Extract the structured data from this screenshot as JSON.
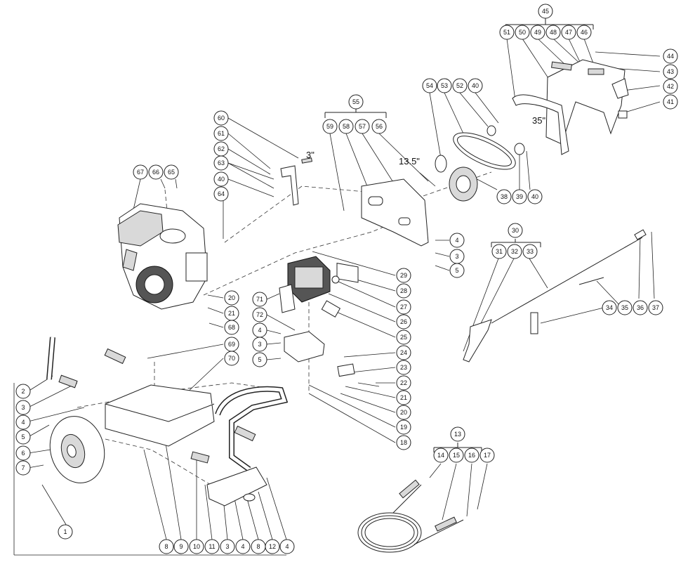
{
  "dimensions": {
    "d3": "3\"",
    "d13": "13.5\"",
    "d35": "35\""
  },
  "callouts": {
    "c1": "1",
    "c2": "2",
    "c3": "3",
    "c4": "4",
    "c5": "5",
    "c6": "6",
    "c7": "7",
    "c8": "8",
    "c9": "9",
    "c10": "10",
    "c11": "11",
    "c12": "12",
    "c13": "13",
    "c14": "14",
    "c15": "15",
    "c16": "16",
    "c17": "17",
    "c18": "18",
    "c19": "19",
    "c20": "20",
    "c21": "21",
    "c22": "22",
    "c23": "23",
    "c24": "24",
    "c25": "25",
    "c26": "26",
    "c27": "27",
    "c28": "28",
    "c29": "29",
    "c30": "30",
    "c31": "31",
    "c32": "32",
    "c33": "33",
    "c34": "34",
    "c35": "35",
    "c36": "36",
    "c37": "37",
    "c38": "38",
    "c39": "39",
    "c40": "40",
    "c41": "41",
    "c42": "42",
    "c43": "43",
    "c44": "44",
    "c45": "45",
    "c46": "46",
    "c47": "47",
    "c48": "48",
    "c49": "49",
    "c50": "50",
    "c51": "51",
    "c52": "52",
    "c53": "53",
    "c54": "54",
    "c55": "55",
    "c56": "56",
    "c57": "57",
    "c58": "58",
    "c59": "59",
    "c60": "60",
    "c61": "61",
    "c62": "62",
    "c63": "63",
    "c64": "64",
    "c65": "65",
    "c66": "66",
    "c67": "67",
    "c68": "68",
    "c69": "69",
    "c70": "70",
    "c71": "71",
    "c72": "72"
  }
}
